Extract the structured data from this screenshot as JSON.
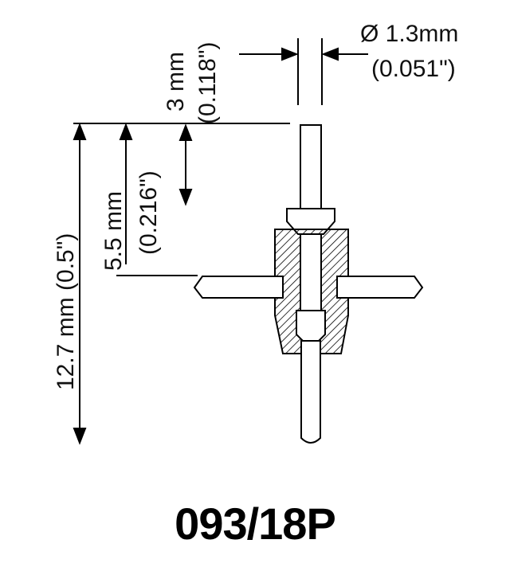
{
  "dimensions": {
    "pin_diameter": {
      "metric": "Ø 1.3mm",
      "imperial": "(0.051\")"
    },
    "tip_length": {
      "metric": "3 mm",
      "imperial": "(0.118\")"
    },
    "flange_height": {
      "metric": "5.5 mm",
      "imperial": "(0.216\")"
    },
    "total_length": {
      "label": "12.7 mm (0.5\")"
    }
  },
  "part_number": "093/18P",
  "colors": {
    "line": "#000000",
    "background": "#ffffff"
  }
}
